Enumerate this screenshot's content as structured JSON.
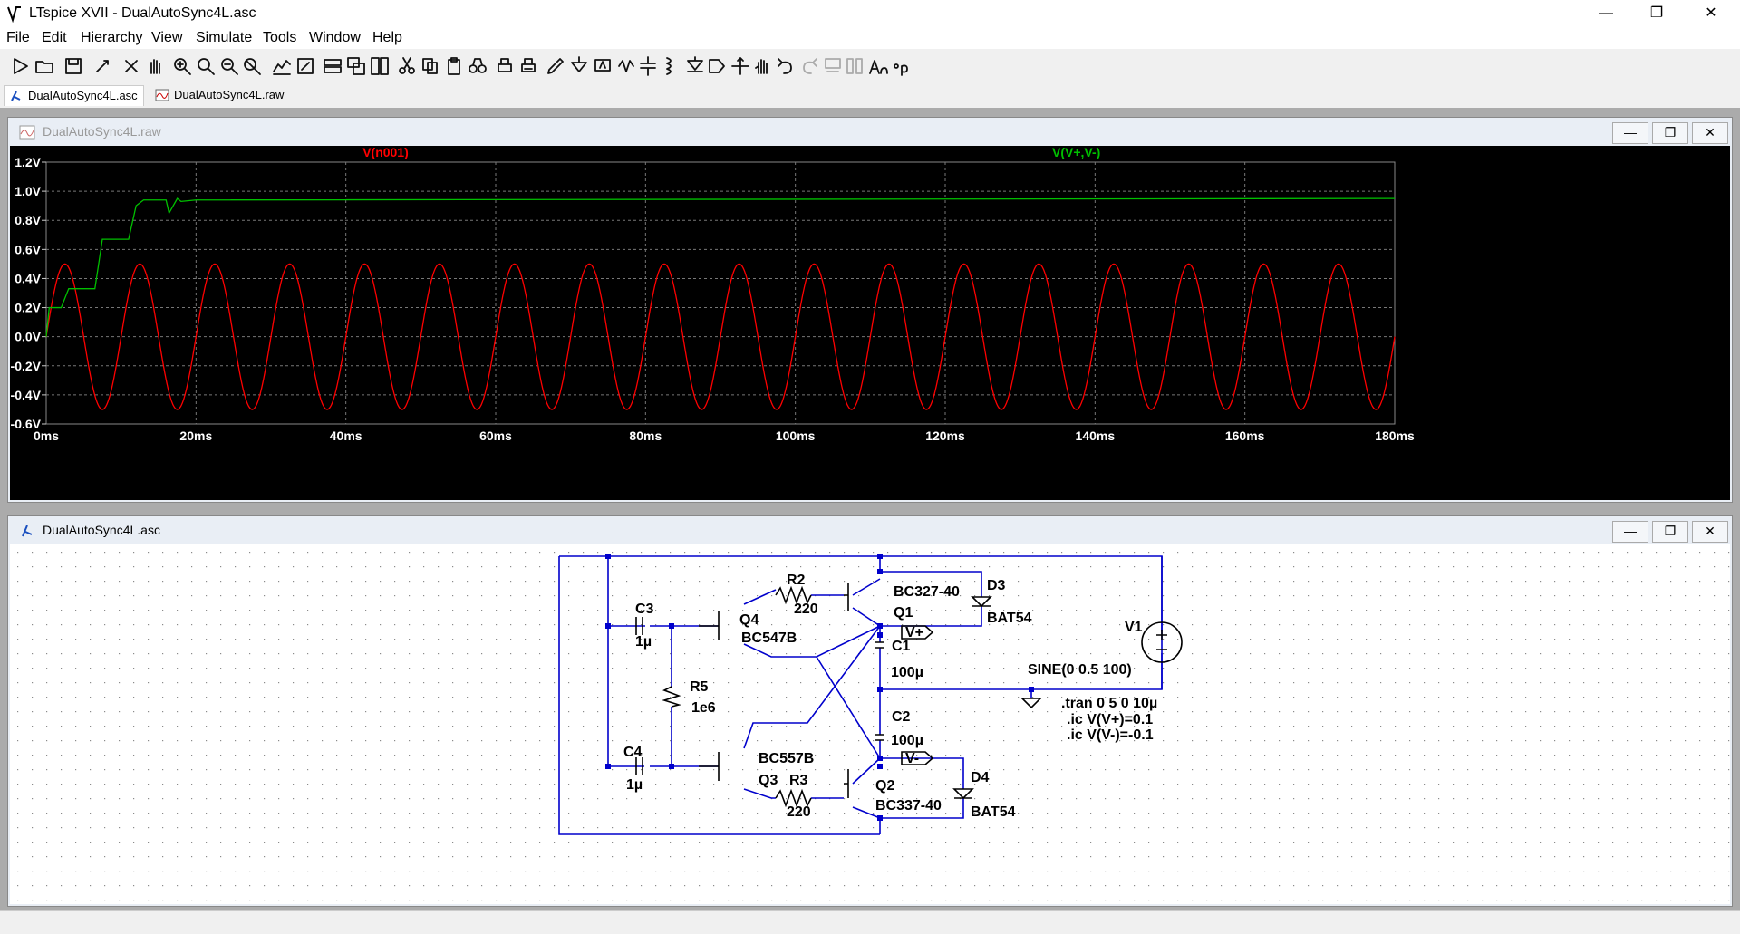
{
  "window": {
    "title": "LTspice XVII - DualAutoSync4L.asc",
    "minimize": "—",
    "restore": "❐",
    "close": "✕"
  },
  "menu": [
    "File",
    "Edit",
    "Hierarchy",
    "View",
    "Simulate",
    "Tools",
    "Window",
    "Help"
  ],
  "toolbar_icons": [
    "run-icon",
    "open-icon",
    "save-icon",
    "control-panel-icon",
    "halt-icon",
    "pan-icon",
    "zoom-in-icon",
    "zoom-area-icon",
    "zoom-out-icon",
    "zoom-fit-icon",
    "autorange-icon",
    "rescale-icon",
    "tile-horizontal-icon",
    "cascade-icon",
    "tile-vertical-icon",
    "cut-icon",
    "copy-icon",
    "paste-icon",
    "find-icon",
    "print-setup-icon",
    "print-icon",
    "pencil-icon",
    "ground-icon",
    "label-icon",
    "resistor-icon",
    "capacitor-icon",
    "inductor-icon",
    "diode-icon",
    "component-icon",
    "move-icon",
    "drag-icon",
    "undo-icon",
    "redo-icon",
    "rotate-icon",
    "mirror-icon",
    "text-icon",
    "spice-directive-icon"
  ],
  "tabs": [
    {
      "label": "DualAutoSync4L.asc",
      "icon": "schematic-icon"
    },
    {
      "label": "DualAutoSync4L.raw",
      "icon": "waveform-icon"
    }
  ],
  "waveform_window": {
    "title": "DualAutoSync4L.raw"
  },
  "schematic_window": {
    "title": "DualAutoSync4L.asc"
  },
  "child_buttons": {
    "minimize": "—",
    "restore": "❐",
    "close": "✕"
  },
  "chart_data": {
    "type": "line",
    "xlim": [
      0,
      180
    ],
    "ylim": [
      -0.6,
      1.2
    ],
    "x_ticks": [
      "0ms",
      "20ms",
      "40ms",
      "60ms",
      "80ms",
      "100ms",
      "120ms",
      "140ms",
      "160ms",
      "180ms"
    ],
    "y_ticks": [
      "1.2V",
      "1.0V",
      "0.8V",
      "0.6V",
      "0.4V",
      "0.2V",
      "0.0V",
      "-0.2V",
      "-0.4V",
      "-0.6V"
    ],
    "grid": true,
    "series": [
      {
        "name": "V(n001)",
        "color": "#ff0000",
        "kind": "sine",
        "amplitude": 0.5,
        "frequency_hz": 100,
        "offset": 0
      },
      {
        "name": "V(V+,V-)",
        "color": "#00c000",
        "kind": "steps",
        "points": [
          [
            0,
            0.0
          ],
          [
            0.4,
            0.2
          ],
          [
            2,
            0.2
          ],
          [
            3,
            0.33
          ],
          [
            6.5,
            0.33
          ],
          [
            7.5,
            0.67
          ],
          [
            11,
            0.67
          ],
          [
            12,
            0.9
          ],
          [
            13,
            0.94
          ],
          [
            16,
            0.94
          ],
          [
            16.4,
            0.85
          ],
          [
            17.5,
            0.95
          ],
          [
            18,
            0.93
          ],
          [
            20,
            0.94
          ],
          [
            180,
            0.95
          ]
        ]
      }
    ]
  },
  "schematic": {
    "components": [
      {
        "ref": "R2",
        "value": "220"
      },
      {
        "ref": "R3",
        "value": "220"
      },
      {
        "ref": "R5",
        "value": "1e6"
      },
      {
        "ref": "C1",
        "value": "100µ"
      },
      {
        "ref": "C2",
        "value": "100µ"
      },
      {
        "ref": "C3",
        "value": "1µ"
      },
      {
        "ref": "C4",
        "value": "1µ"
      },
      {
        "ref": "Q1",
        "value": "BC327-40"
      },
      {
        "ref": "Q2",
        "value": "BC337-40"
      },
      {
        "ref": "Q3",
        "value": "BC557B"
      },
      {
        "ref": "Q4",
        "value": "BC547B"
      },
      {
        "ref": "D3",
        "value": "BAT54"
      },
      {
        "ref": "D4",
        "value": "BAT54"
      },
      {
        "ref": "V1",
        "value": "SINE(0 0.5 100)"
      }
    ],
    "net_labels": [
      "V+",
      "V-"
    ],
    "directives": [
      ".tran 0 5 0 10µ",
      ".ic V(V+)=0.1",
      ".ic V(V-)=-0.1"
    ]
  }
}
